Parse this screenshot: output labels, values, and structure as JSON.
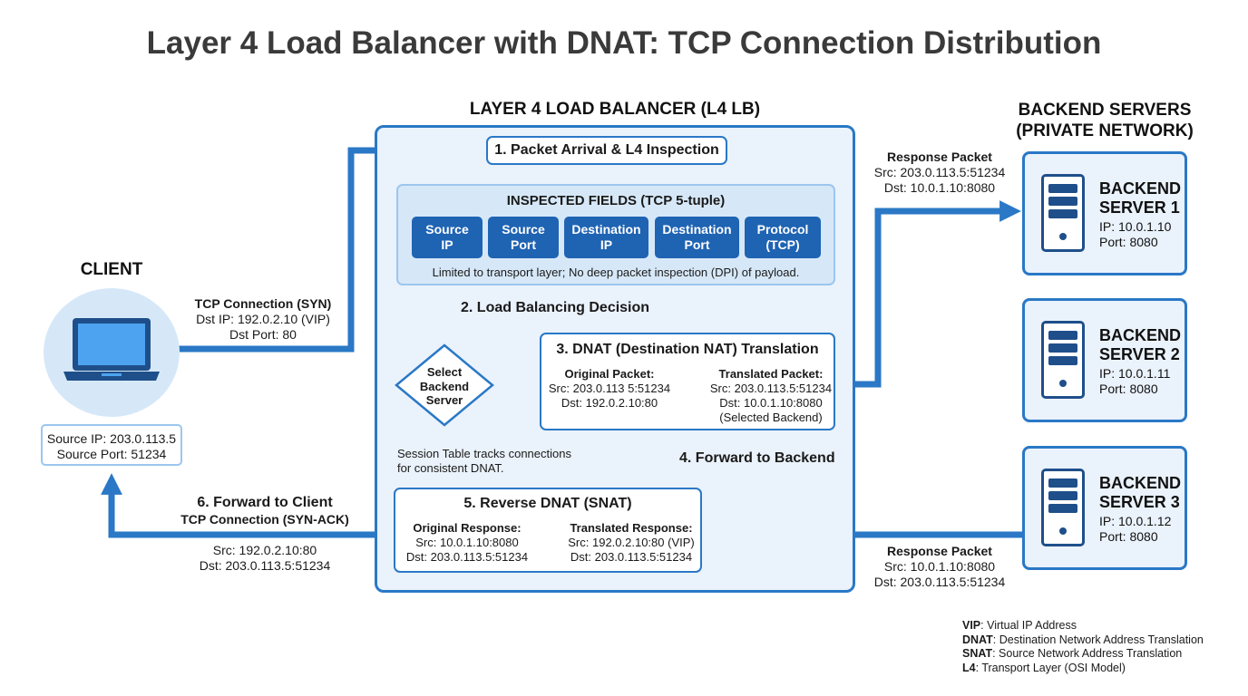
{
  "title": "Layer 4 Load Balancer with DNAT: TCP Connection Distribution",
  "lb": {
    "heading": "LAYER 4 LOAD BALANCER (L4 LB)",
    "step1": "1. Packet Arrival & L4 Inspection",
    "inspected_title": "INSPECTED FIELDS (TCP 5-tuple)",
    "fields": [
      {
        "line1": "Source",
        "line2": "IP"
      },
      {
        "line1": "Source",
        "line2": "Port"
      },
      {
        "line1": "Destination",
        "line2": "IP"
      },
      {
        "line1": "Destination",
        "line2": "Port"
      },
      {
        "line1": "Protocol",
        "line2": "(TCP)"
      }
    ],
    "inspected_note": "Limited to transport layer; No deep packet inspection (DPI) of payload.",
    "step2": "2. Load Balancing Decision",
    "decision": {
      "line1": "Select",
      "line2": "Backend",
      "line3": "Server"
    },
    "step3": "3. DNAT (Destination NAT) Translation",
    "dnat": {
      "orig_label": "Original Packet:",
      "orig_src": "Src: 203.0.113 5:51234",
      "orig_dst": "Dst: 192.0.2.10:80",
      "trans_label": "Translated Packet:",
      "trans_src": "Src: 203.0.113.5:51234",
      "trans_dst": "Dst: 10.0.1.10:8080",
      "trans_note": "(Selected Backend)"
    },
    "session_note_1": "Session Table tracks connections",
    "session_note_2": "for consistent DNAT.",
    "step4": "4. Forward to Backend",
    "step5": "5. Reverse DNAT (SNAT)",
    "snat": {
      "orig_label": "Original Response:",
      "orig_src": "Src: 10.0.1.10:8080",
      "orig_dst": "Dst: 203.0.113.5:51234",
      "trans_label": "Translated Response:",
      "trans_src": "Src: 192.0.2.10:80 (VIP)",
      "trans_dst": "Dst: 203.0.113.5:51234"
    }
  },
  "client": {
    "heading": "CLIENT",
    "src_ip": "Source IP: 203.0.113.5",
    "src_port": "Source Port: 51234",
    "syn_label": "TCP Connection (SYN)",
    "syn_dst_ip": "Dst IP: 192.0.2.10 (VIP)",
    "syn_dst_port": "Dst Port: 80",
    "step6": "6. Forward to Client",
    "synack_label": "TCP Connection (SYN-ACK)",
    "synack_src": "Src: 192.0.2.10:80",
    "synack_dst": "Dst: 203.0.113.5:51234"
  },
  "backends": {
    "heading_1": "BACKEND SERVERS",
    "heading_2": "(PRIVATE NETWORK)",
    "servers": [
      {
        "name1": "BACKEND",
        "name2": "SERVER 1",
        "ip": "IP: 10.0.1.10",
        "port": "Port: 8080"
      },
      {
        "name1": "BACKEND",
        "name2": "SERVER 2",
        "ip": "IP: 10.0.1.11",
        "port": "Port: 8080"
      },
      {
        "name1": "BACKEND",
        "name2": "SERVER 3",
        "ip": "IP: 10.0.1.12",
        "port": "Port: 8080"
      }
    ],
    "resp_top_label": "Response Packet",
    "resp_top_src": "Src: 203.0.113.5:51234",
    "resp_top_dst": "Dst: 10.0.1.10:8080",
    "resp_bottom_label": "Response Packet",
    "resp_bottom_src": "Src: 10.0.1.10:8080",
    "resp_bottom_dst": "Dst: 203.0.113.5:51234"
  },
  "legend": [
    {
      "term": "VIP",
      "desc": ": Virtual IP Address"
    },
    {
      "term": "DNAT",
      "desc": ": Destination Network Address Translation"
    },
    {
      "term": "SNAT",
      "desc": ": Source Network Address Translation"
    },
    {
      "term": "L4",
      "desc": ": Transport Layer (OSI Model)"
    }
  ],
  "colors": {
    "accent": "#2a78c6",
    "dark_blue": "#1f63b3",
    "panel": "#eaf2fb"
  }
}
